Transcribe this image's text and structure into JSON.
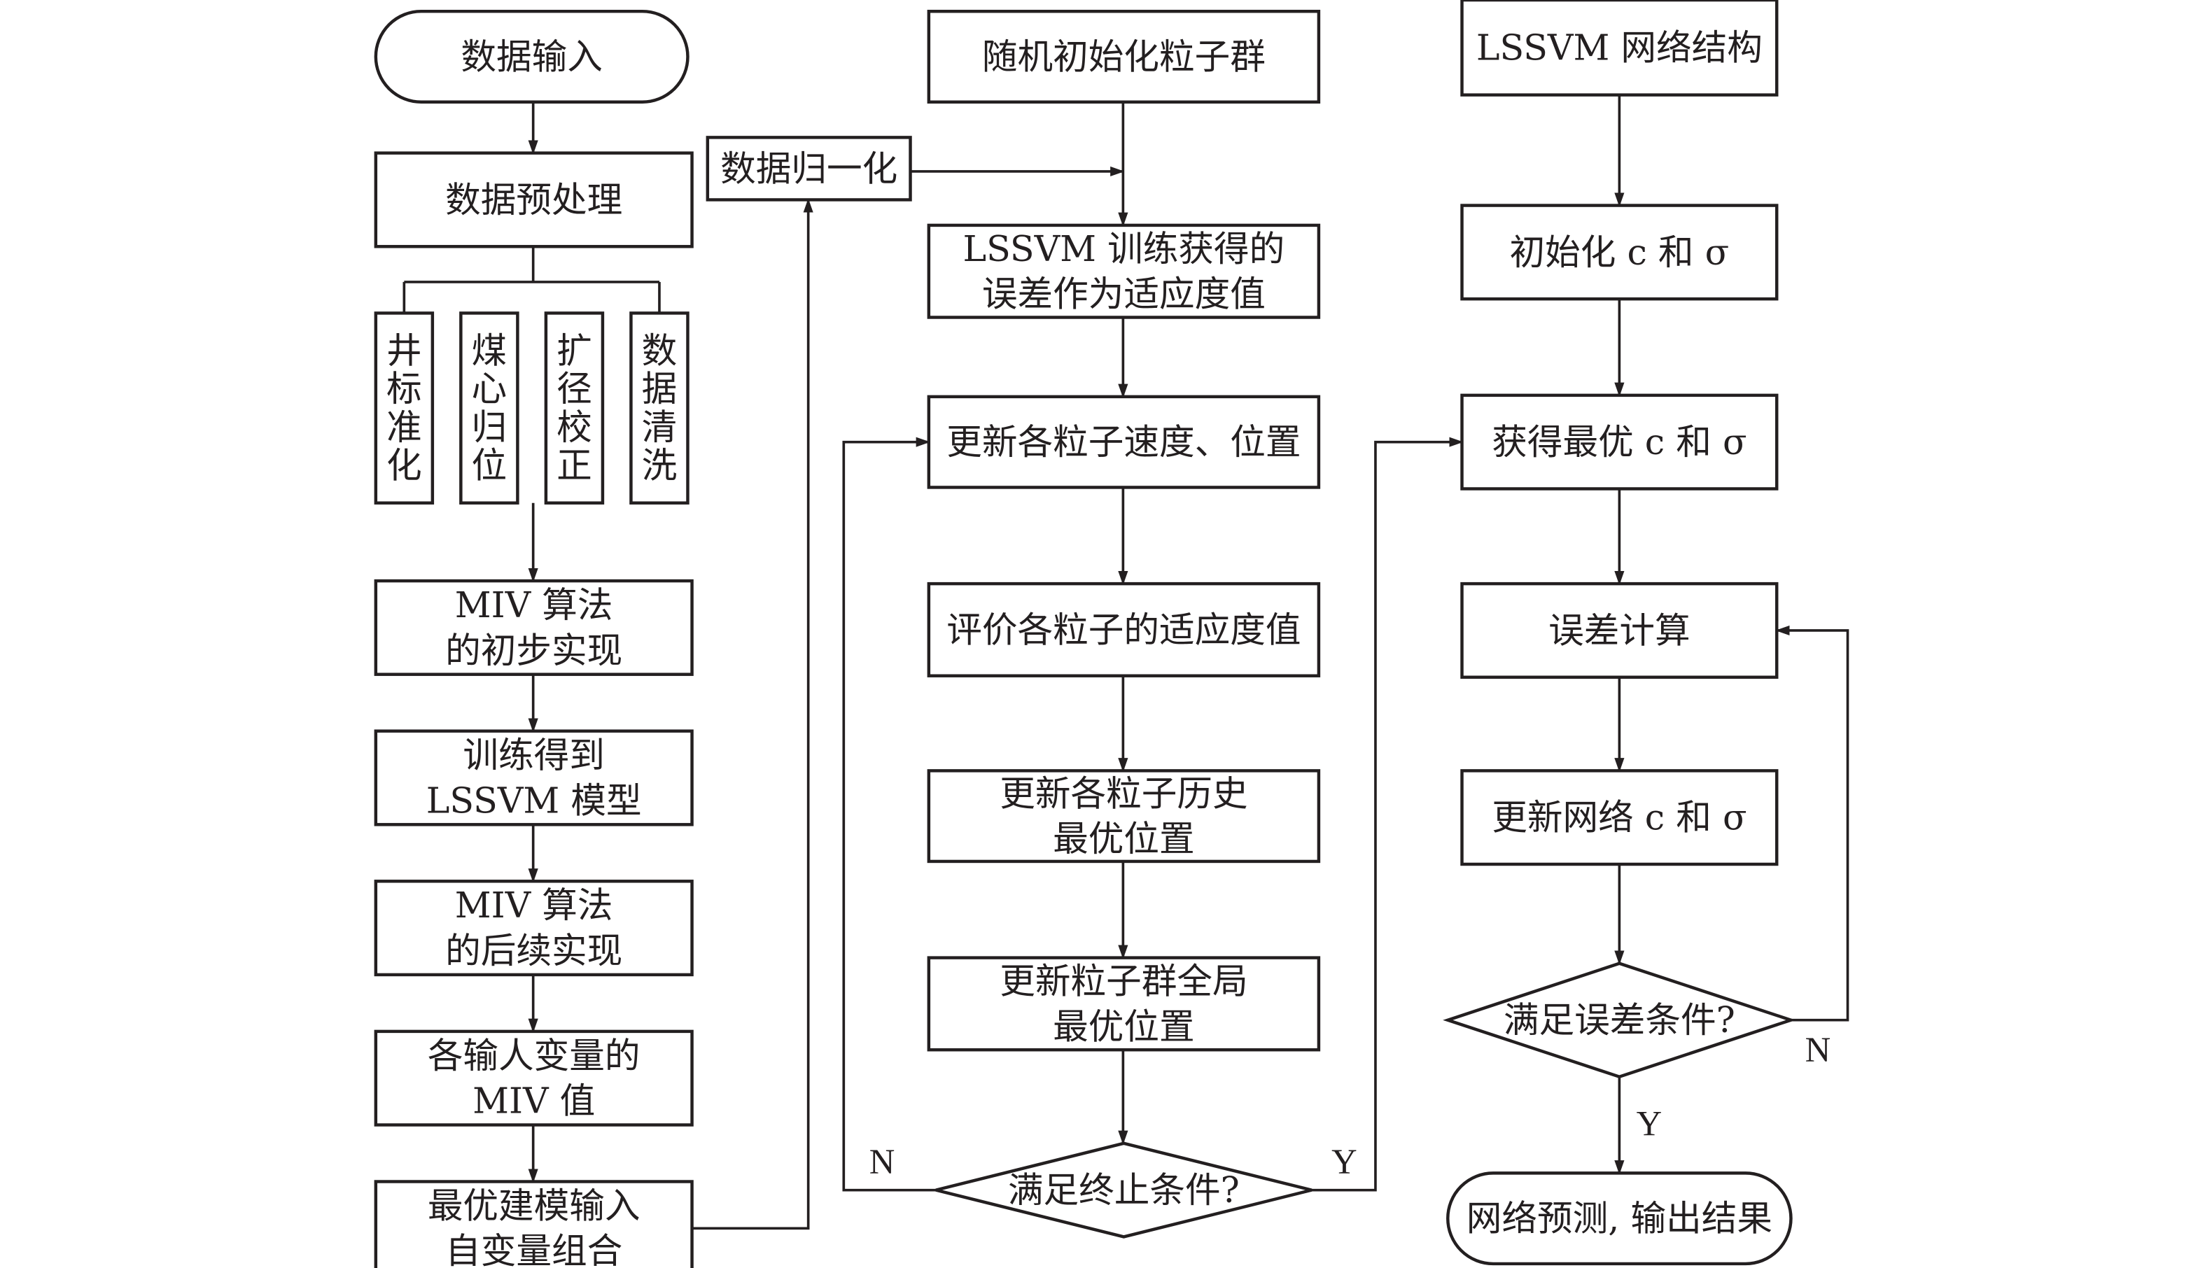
{
  "title": "MIV-PSO-LSSVM 建模流程图",
  "nodes": {
    "data_input": {
      "lines": [
        "数据输入"
      ],
      "shape": "terminal"
    },
    "preprocess": {
      "lines": [
        "数据预处理"
      ],
      "shape": "process"
    },
    "sub_well": {
      "text": "井标准化",
      "shape": "process-vertical"
    },
    "sub_core": {
      "text": "煤心归位",
      "shape": "process-vertical"
    },
    "sub_caliper": {
      "text": "扩径校正",
      "shape": "process-vertical"
    },
    "sub_clean": {
      "text": "数据清洗",
      "shape": "process-vertical"
    },
    "miv_initial": {
      "lines": [
        "MIV 算法",
        "的初步实现"
      ],
      "shape": "process"
    },
    "train_lssvm": {
      "lines": [
        "训练得到",
        "LSSVM 模型"
      ],
      "shape": "process"
    },
    "miv_followup": {
      "lines": [
        "MIV 算法",
        "的后续实现"
      ],
      "shape": "process"
    },
    "miv_values": {
      "lines": [
        "各输人变量的",
        "MIV 值"
      ],
      "shape": "process"
    },
    "optimal_inputs": {
      "lines": [
        "最优建模输入",
        "自变量组合"
      ],
      "shape": "process"
    },
    "normalize": {
      "lines": [
        "数据归一化"
      ],
      "shape": "process"
    },
    "init_swarm": {
      "lines": [
        "随机初始化粒子群"
      ],
      "shape": "process"
    },
    "fitness_error": {
      "lines": [
        "LSSVM 训练获得的",
        "误差作为适应度值"
      ],
      "shape": "process"
    },
    "update_velocity": {
      "lines": [
        "更新各粒子速度、位置"
      ],
      "shape": "process"
    },
    "eval_fitness": {
      "lines": [
        "评价各粒子的适应度值"
      ],
      "shape": "process"
    },
    "update_pbest": {
      "lines": [
        "更新各粒子历史",
        "最优位置"
      ],
      "shape": "process"
    },
    "update_gbest": {
      "lines": [
        "更新粒子群全局",
        "最优位置"
      ],
      "shape": "process"
    },
    "stop_cond": {
      "lines": [
        "满足终止条件?"
      ],
      "shape": "decision"
    },
    "net_struct": {
      "lines": [
        "LSSVM 网络结构"
      ],
      "shape": "process"
    },
    "init_params": {
      "lines": [
        "初始化 c 和 σ"
      ],
      "shape": "process"
    },
    "best_params": {
      "lines": [
        "获得最优 c 和 σ"
      ],
      "shape": "process"
    },
    "error_calc": {
      "lines": [
        "误差计算"
      ],
      "shape": "process"
    },
    "update_net": {
      "lines": [
        "更新网络 c 和 σ"
      ],
      "shape": "process"
    },
    "error_cond": {
      "lines": [
        "满足误差条件?"
      ],
      "shape": "decision"
    },
    "predict_output": {
      "lines": [
        "网络预测, 输出结果"
      ],
      "shape": "terminal"
    }
  },
  "edge_labels": {
    "stop_no": "N",
    "stop_yes": "Y",
    "error_no": "N",
    "error_yes": "Y"
  },
  "colors": {
    "stroke": "#231f20",
    "background": "#ffffff"
  }
}
